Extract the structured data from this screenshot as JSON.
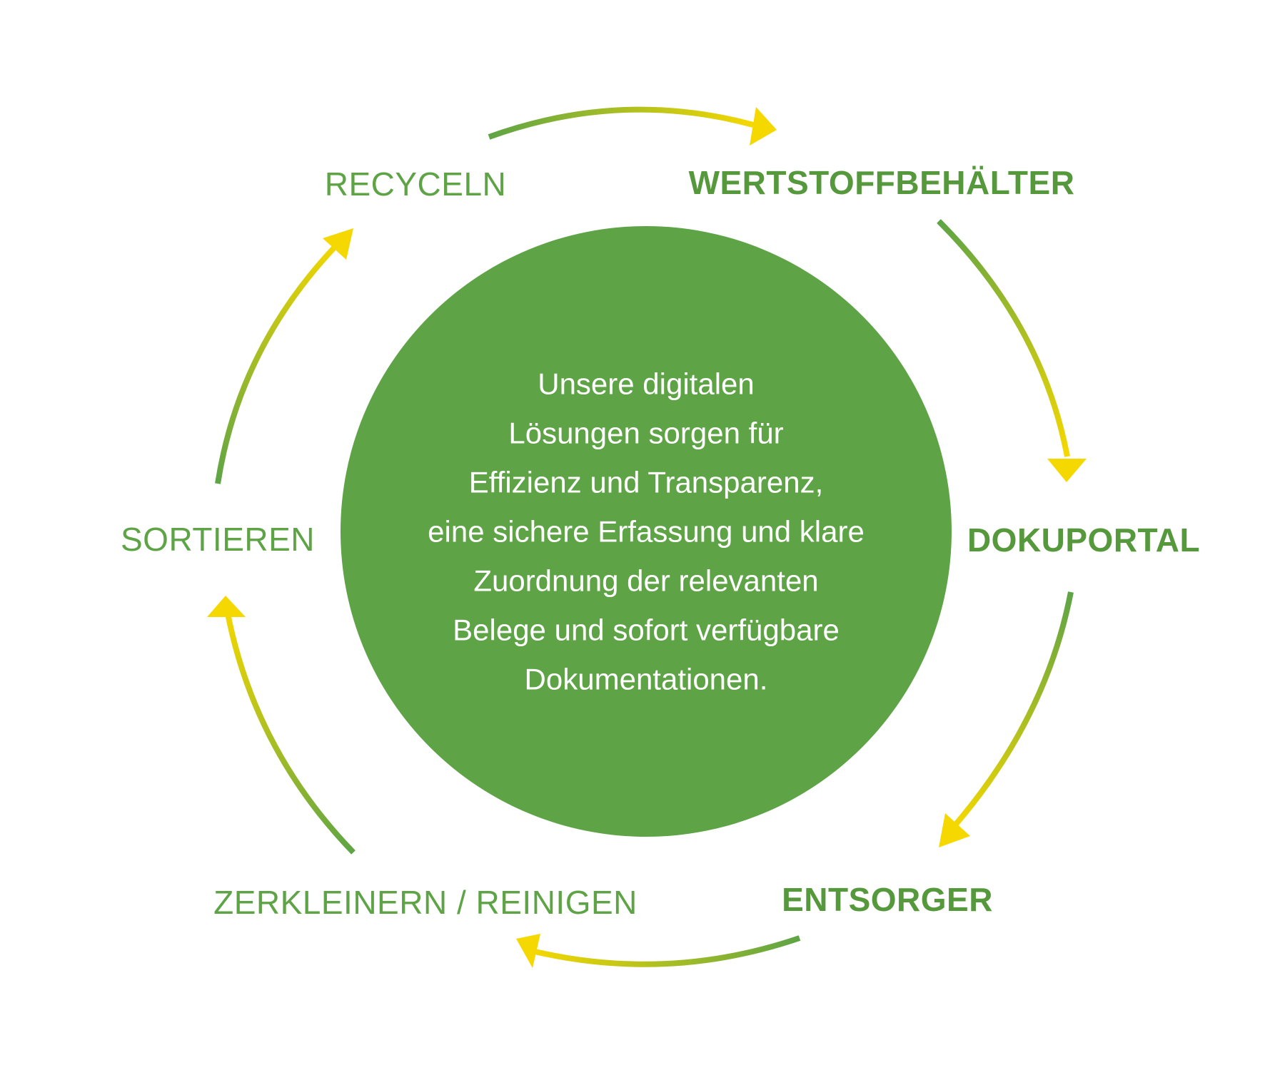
{
  "colors": {
    "green": "#5ea446",
    "dark_green": "#55993c",
    "yellow": "#f5d800",
    "white": "#ffffff"
  },
  "center": {
    "lines": [
      "Unsere digitalen",
      "Lösungen sorgen für",
      "Effizienz und Transparenz,",
      "eine sichere Erfassung und klare",
      "Zuordnung der relevanten",
      "Belege und sofort verfügbare",
      "Dokumentationen."
    ]
  },
  "steps": [
    {
      "id": "wertstoffbehaelter",
      "label": "WERTSTOFFBEHÄLTER",
      "emphasis": "bold"
    },
    {
      "id": "dokuportal",
      "label": "DOKUPORTAL",
      "emphasis": "bold"
    },
    {
      "id": "entsorger",
      "label": "ENTSORGER",
      "emphasis": "bold"
    },
    {
      "id": "zerkleinern",
      "label": "ZERKLEINERN / REINIGEN",
      "emphasis": "light"
    },
    {
      "id": "sortieren",
      "label": "SORTIEREN",
      "emphasis": "light"
    },
    {
      "id": "recyceln",
      "label": "RECYCELN",
      "emphasis": "light"
    }
  ]
}
